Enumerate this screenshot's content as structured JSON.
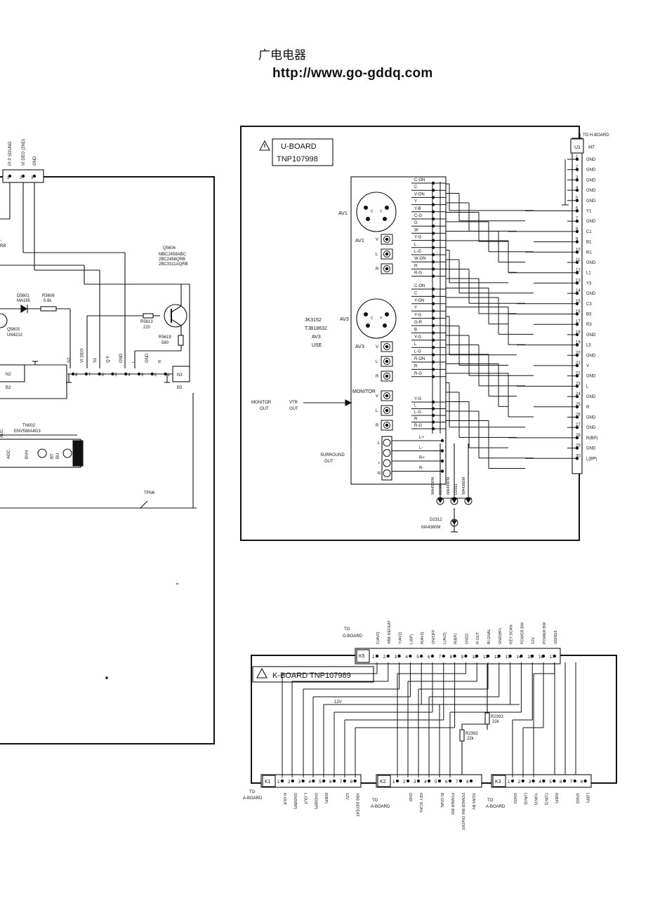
{
  "header": {
    "site_cn": "广电电器",
    "url": "http://www.go-gddq.com"
  },
  "b_board": {
    "top_labels": [
      "PI P SOUND",
      "VI DEO (2ND)",
      "GND"
    ],
    "top_pins": [
      "1",
      "2",
      "3"
    ],
    "q5604": [
      "Q5604",
      "MBC2458ABC",
      "2BC2458QRB",
      "2BC3311AQRB"
    ],
    "d5601": [
      "D5601",
      "MA165"
    ],
    "r5606": [
      "R5606",
      "5.6k"
    ],
    "r5613": [
      "R5613",
      "220"
    ],
    "r5619": [
      "R5619",
      "560"
    ],
    "q5603": [
      "Q5603",
      "UN4212"
    ],
    "n2": "N2",
    "b2": "B2",
    "n3": "N3",
    "b3": "B3",
    "conn_labels": [
      "S2",
      "VI DEO",
      "S1",
      "Q F",
      "GND",
      "L",
      "GND",
      "R"
    ],
    "conn_pins": [
      "8",
      "7",
      "6",
      "5",
      "4",
      "3",
      "2",
      "1"
    ],
    "tn002": [
      "TN002",
      "ENV598A4G3"
    ],
    "tuner_pins": [
      "AGC",
      "BVH",
      "BT",
      "BU"
    ],
    "tpn6": "TPN6",
    "left_fragments": [
      "-",
      "RB",
      "ADC"
    ]
  },
  "u_board": {
    "title": "U-BOARD",
    "part": "TNP107998",
    "to_label": "TO H-BOARD",
    "u1": "U1",
    "h7": "H7",
    "pins": [
      "1",
      "2",
      "3",
      "4",
      "5",
      "6",
      "7",
      "8",
      "9",
      "10",
      "11",
      "12",
      "13",
      "14",
      "15",
      "16",
      "17",
      "18",
      "19",
      "20",
      "21",
      "22",
      "23",
      "24",
      "25",
      "26",
      "27",
      "28",
      "29",
      "30"
    ],
    "pin_labels": [
      "GND",
      "GND",
      "GND",
      "GND",
      "GND",
      "Y1",
      "GND",
      "C1",
      "B1",
      "R1",
      "GND",
      "L1",
      "Y3",
      "GND",
      "C3",
      "B3",
      "R3",
      "GND",
      "L3",
      "GND",
      "V",
      "GND",
      "L",
      "GND",
      "R",
      "GND",
      "GND",
      "R(BP)",
      "GND",
      "L(BP)"
    ],
    "signals_av1": [
      "C-ON",
      "C",
      "V-ON",
      "Y",
      "Y-B",
      "C-G",
      "G",
      "W",
      "Y-G",
      "L",
      "L-G",
      "W-ON",
      "R",
      "R-G"
    ],
    "signals_av3": [
      "C-ON",
      "C",
      "Y-ON",
      "Y",
      "Y-G",
      "G-R",
      "B",
      "Y-G",
      "L",
      "L-G",
      "R-ON",
      "R",
      "R-G"
    ],
    "signals_mon": [
      "Y-G",
      "L",
      "L-G",
      "R",
      "R-G"
    ],
    "signals_sur": [
      "L+",
      "L-",
      "R+",
      "R-"
    ],
    "av1": "AV1",
    "av1_rca": [
      "V",
      "L",
      "R"
    ],
    "av3": "AV3",
    "av3_rca": [
      "V",
      "L",
      "R"
    ],
    "jack": [
      "JK3152",
      "TJB18632",
      "AV3",
      "USE"
    ],
    "monitor": "MONITOR",
    "monitor_rca": [
      "V",
      "L",
      "R"
    ],
    "monitor_out": [
      "MONITOR",
      "OUT"
    ],
    "vtr_out": [
      "VTR",
      "OUT"
    ],
    "surround_out": [
      "SURROUND",
      "OUT"
    ],
    "surround_pins": [
      "L",
      "-",
      "+",
      "R"
    ],
    "diodes": [
      "MA4360M",
      "D2308",
      "MA4360M",
      "D2311",
      "MA4360M"
    ],
    "d2312": [
      "D2312",
      "MA4360M"
    ],
    "din_pins": [
      "C",
      "Y"
    ]
  },
  "k_board": {
    "title": "K-BOARD TNP107989",
    "to_g": [
      "TO",
      "G-BOARD"
    ],
    "k5": "K5",
    "k5_pins": [
      "1",
      "2",
      "3",
      "4",
      "5",
      "6",
      "7",
      "8",
      "9",
      "10",
      "11",
      "12",
      "13",
      "14",
      "15",
      "16",
      "17"
    ],
    "k5_labels": [
      "C(AV2)",
      "XBB DEFEAT",
      "Y(AV2)",
      "L(BP)",
      "R(AV2)",
      "ON/OFF",
      "L(AV2)",
      "R(BP)",
      "GND2",
      "R OUT",
      "BI GNAL",
      "GND(BF)",
      "KEY SCAN",
      "POWER BW",
      "12V",
      "POWER BW",
      "GDND3"
    ],
    "r2393": [
      "R2393",
      "22k"
    ],
    "r2392": [
      "R2392",
      "22k"
    ],
    "v12": "12V",
    "k1": "K1",
    "k1_pins": [
      "1",
      "2",
      "3",
      "4",
      "5",
      "6",
      "7",
      "8"
    ],
    "k1_labels": [
      "R-OUT",
      "GND(BP)",
      "L-OUT",
      "GND(BP)",
      "R(BP)",
      "",
      "12V",
      "XBB DEFEAT"
    ],
    "k2": "K2",
    "k2_pins": [
      "1",
      "2",
      "3",
      "4",
      "5",
      "6",
      "7",
      "8"
    ],
    "k2_labels": [
      "",
      "GND",
      "KEY SCAN",
      "",
      "BI GNAL",
      "POWER BW",
      "POWER BW ON/OFF",
      "SCAN BV"
    ],
    "k3": "K3",
    "k3_pins": [
      "1",
      "2",
      "3",
      "4",
      "5",
      "6",
      "7",
      "8"
    ],
    "k3_labels": [
      "GND3",
      "L(AV2)",
      "Y(AV2)",
      "C(AV2)",
      "R(BP)",
      "",
      "GND2",
      "L(BP)"
    ],
    "to_a": [
      "TO",
      "A-BOARD"
    ]
  }
}
